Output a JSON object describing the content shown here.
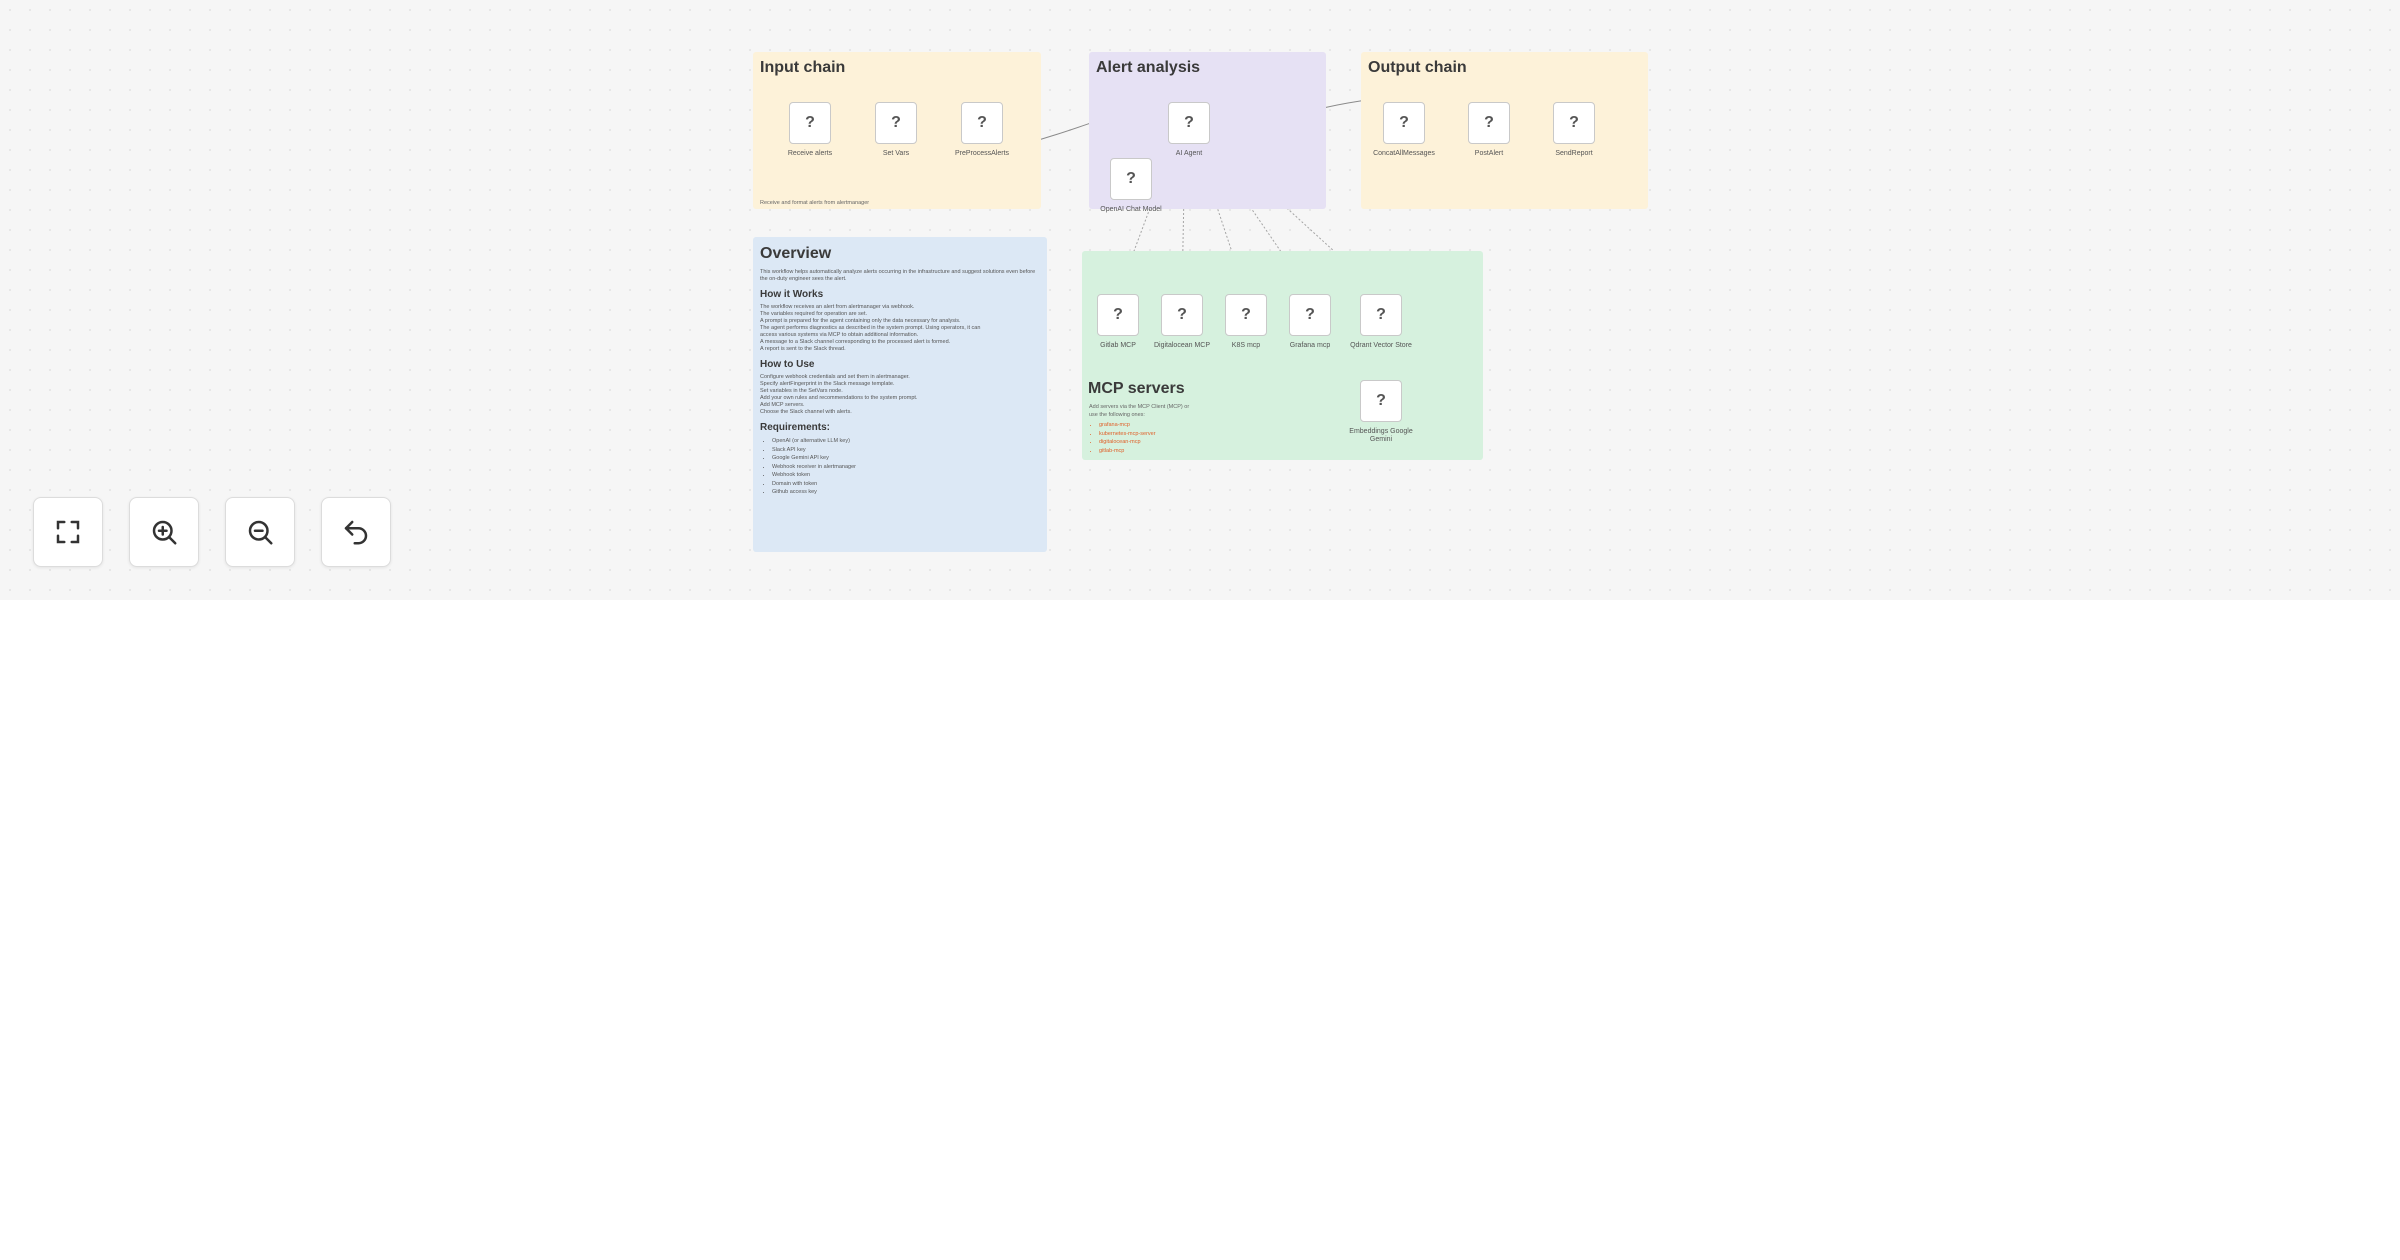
{
  "canvas": {
    "input_chain": {
      "title": "Input chain",
      "nodes": [
        {
          "icon": "?",
          "label": "Receive alerts"
        },
        {
          "icon": "?",
          "label": "Set Vars"
        },
        {
          "icon": "?",
          "label": "PreProcessAlerts"
        }
      ],
      "caption": "Receive and format alerts from alertmanager"
    },
    "alert_analysis": {
      "title": "Alert analysis",
      "nodes": [
        {
          "icon": "?",
          "label": "AI Agent"
        },
        {
          "icon": "?",
          "label": "OpenAI Chat Model"
        }
      ]
    },
    "output_chain": {
      "title": "Output chain",
      "nodes": [
        {
          "icon": "?",
          "label": "ConcatAllMessages"
        },
        {
          "icon": "?",
          "label": "PostAlert"
        },
        {
          "icon": "?",
          "label": "SendReport"
        }
      ]
    },
    "overview": {
      "title": "Overview",
      "intro": "This workflow helps automatically analyze alerts occurring in the infrastructure and suggest solutions even before the on-duty engineer sees the alert.",
      "how_it_works_title": "How it Works",
      "how_it_works_lines": [
        "The workflow receives an alert from alertmanager via webhook.",
        "The variables required for operation are set.",
        "A prompt is prepared for the agent containing only the data necessary for analysis.",
        "The agent performs diagnostics as described in the system prompt. Using operators, it can",
        "access various systems via MCP to obtain additional information.",
        "A message to a Slack channel corresponding to the processed alert is formed.",
        "A report is sent to the Slack thread."
      ],
      "how_to_use_title": "How to Use",
      "how_to_use_lines": [
        "Configure webhook credentials and set them in alertmanager.",
        "Specify alertFingerprint in the Slack message template.",
        "Set variables in the SetVars node.",
        "Add your own rules and recommendations to the system prompt.",
        "Add MCP servers.",
        "Choose the Slack channel with alerts."
      ],
      "requirements_title": "Requirements:",
      "requirements": [
        "OpenAI (or alternative LLM key)",
        "Slack API key",
        "Google Gemini API key",
        "Webhook receiver in alertmanager",
        "Webhook token",
        "Domain with token",
        "Github access key"
      ]
    },
    "mcp_servers": {
      "title": "MCP servers",
      "nodes": [
        {
          "icon": "?",
          "label": "Gitlab MCP"
        },
        {
          "icon": "?",
          "label": "Digitalocean MCP"
        },
        {
          "icon": "?",
          "label": "K8S mcp"
        },
        {
          "icon": "?",
          "label": "Grafana mcp"
        },
        {
          "icon": "?",
          "label": "Qdrant Vector Store"
        },
        {
          "icon": "?",
          "label": "Embeddings Google Gemini"
        }
      ],
      "desc_lines": [
        "Add servers via the MCP Client (MCP) or",
        "use the following ones:"
      ],
      "links": [
        "grafana-mcp",
        "kubernetes-mcp-server",
        "digitalocean-mcp",
        "gitlab-mcp"
      ]
    }
  },
  "controls": [
    {
      "name": "fit-view",
      "icon": "fullscreen-icon"
    },
    {
      "name": "zoom-in",
      "icon": "zoom-in-icon"
    },
    {
      "name": "zoom-out",
      "icon": "zoom-out-icon"
    },
    {
      "name": "undo",
      "icon": "undo-icon"
    }
  ]
}
